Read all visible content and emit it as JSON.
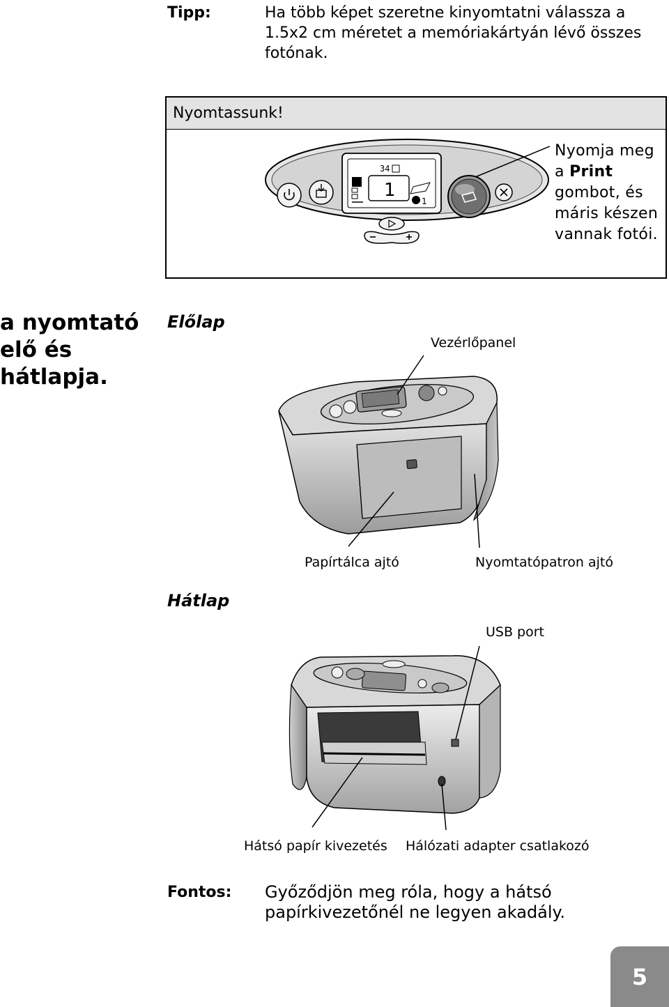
{
  "tip": {
    "label": "Tipp:",
    "text": "Ha több képet szeretne kinyomtatni válassza a 1.5x2 cm méretet a memóriakártyán lévő összes fotónak."
  },
  "print_box": {
    "title": "Nyomtassunk!",
    "instruction_before": "Nyomja meg a ",
    "instruction_bold": "Print",
    "instruction_after": " gombot, és máris készen vannak fotói.",
    "lcd_count": "34",
    "lcd_digit": "1",
    "lcd_copies": "1"
  },
  "side_heading": "a nyomtató elő és hátlapja.",
  "front": {
    "label": "Előlap",
    "callouts": {
      "control_panel": "Vezérlőpanel",
      "paper_tray_door": "Papírtálca ajtó",
      "cartridge_door": "Nyomtatópatron ajtó"
    }
  },
  "rear": {
    "label": "Hátlap",
    "callouts": {
      "usb_port": "USB port",
      "rear_paper_exit": "Hátsó papír kivezetés",
      "power_adapter": "Hálózati adapter csatlakozó"
    }
  },
  "important": {
    "label": "Fontos:",
    "text": "Győződjön meg róla, hogy a hátsó papírkivezetőnél ne legyen akadály."
  },
  "page_number": "5",
  "colors": {
    "header_gray": "#e3e3e3",
    "page_tab_gray": "#8a8a8a"
  }
}
